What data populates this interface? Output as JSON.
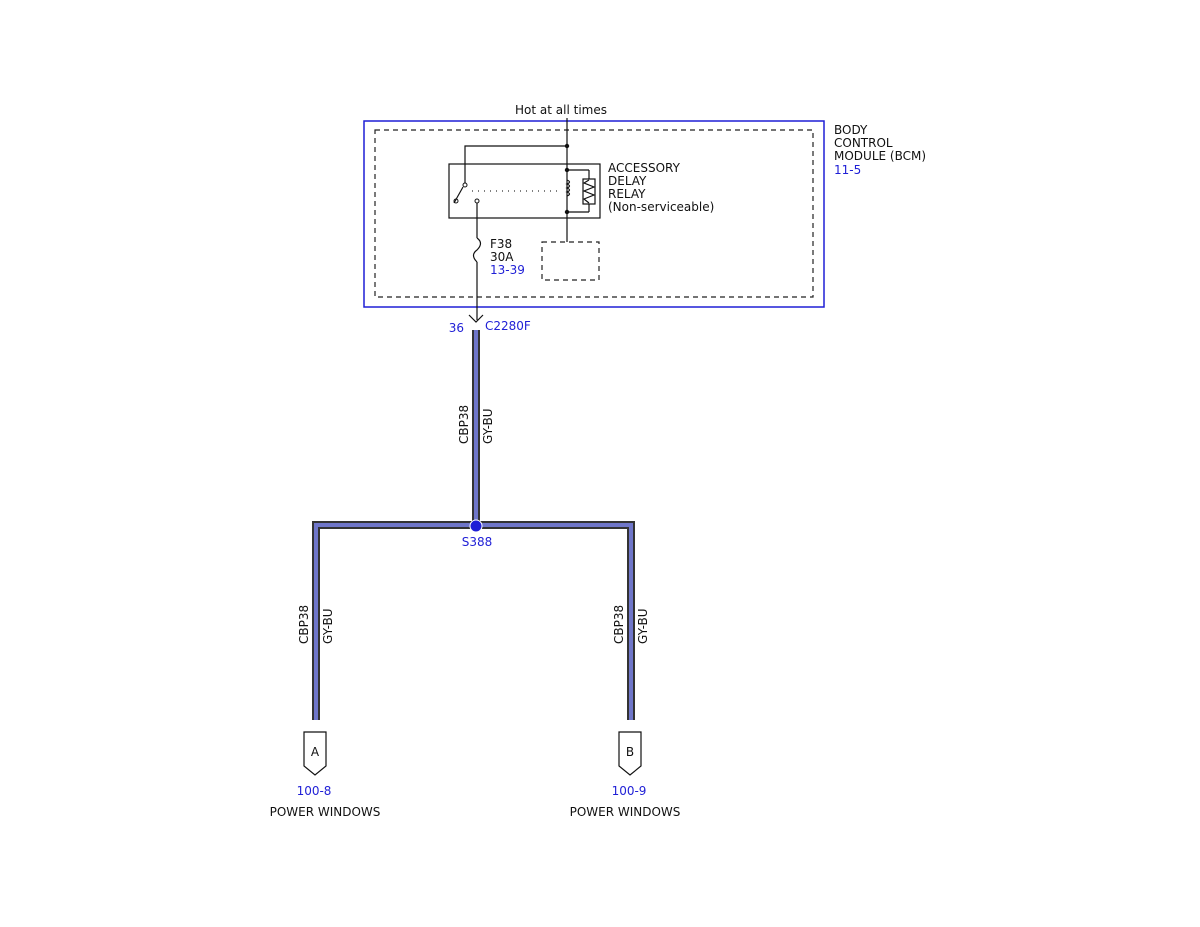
{
  "supply": {
    "label": "Hot at all times"
  },
  "module": {
    "name_lines": [
      "BODY",
      "CONTROL",
      "MODULE (BCM)"
    ],
    "ref": "11-5",
    "border_color": "#1f1fd6"
  },
  "relay": {
    "lines": [
      "ACCESSORY",
      "DELAY",
      "RELAY",
      "(Non-serviceable)"
    ]
  },
  "fuse": {
    "id": "F38",
    "rating": "30A",
    "ref": "13-39"
  },
  "connector": {
    "pin": "36",
    "id": "C2280F"
  },
  "splice": {
    "id": "S388",
    "color": "#1f1fd6"
  },
  "wires": {
    "main": {
      "circuit": "CBP38",
      "color": "GY-BU"
    },
    "left": {
      "circuit": "CBP38",
      "color": "GY-BU"
    },
    "right": {
      "circuit": "CBP38",
      "color": "GY-BU"
    }
  },
  "destinations": [
    {
      "letter": "A",
      "ref": "100-8",
      "name": "POWER WINDOWS"
    },
    {
      "letter": "B",
      "ref": "100-9",
      "name": "POWER WINDOWS"
    }
  ]
}
